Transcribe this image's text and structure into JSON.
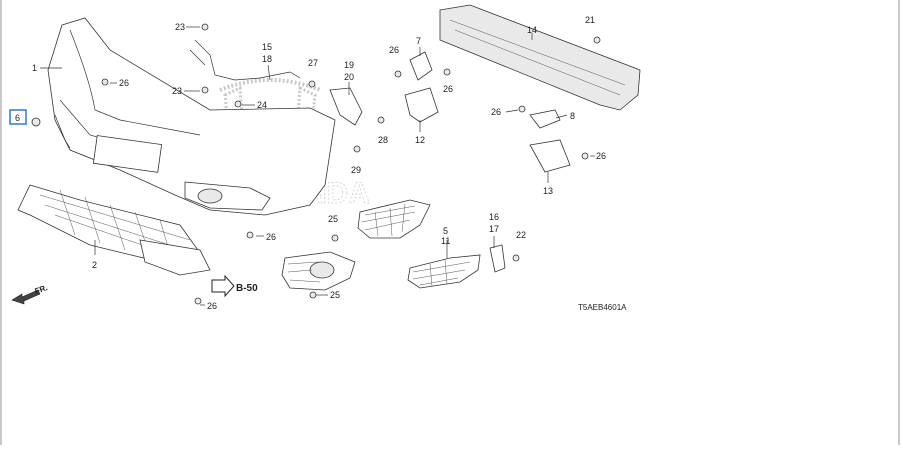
{
  "diagram": {
    "callouts": {
      "c1": "1",
      "c2": "2",
      "c5": "5",
      "c6": "6",
      "c7": "7",
      "c8": "8",
      "c11": "11",
      "c12": "12",
      "c13": "13",
      "c14": "14",
      "c15": "15",
      "c16": "16",
      "c17": "17",
      "c18": "18",
      "c19": "19",
      "c20": "20",
      "c21": "21",
      "c22": "22",
      "c23a": "23",
      "c23b": "23",
      "c24": "24",
      "c25a": "25",
      "c25b": "25",
      "c26a": "26",
      "c26b": "26",
      "c26c": "26",
      "c26d": "26",
      "c26e": "26",
      "c26f": "26",
      "c26g": "26",
      "c27": "27",
      "c28": "28",
      "c29": "29"
    },
    "ref_label": "B-50",
    "front_label": "FR.",
    "part_code": "T5AEB4601A",
    "watermark": "HONDA",
    "highlight_color": "#2a7ad8"
  }
}
